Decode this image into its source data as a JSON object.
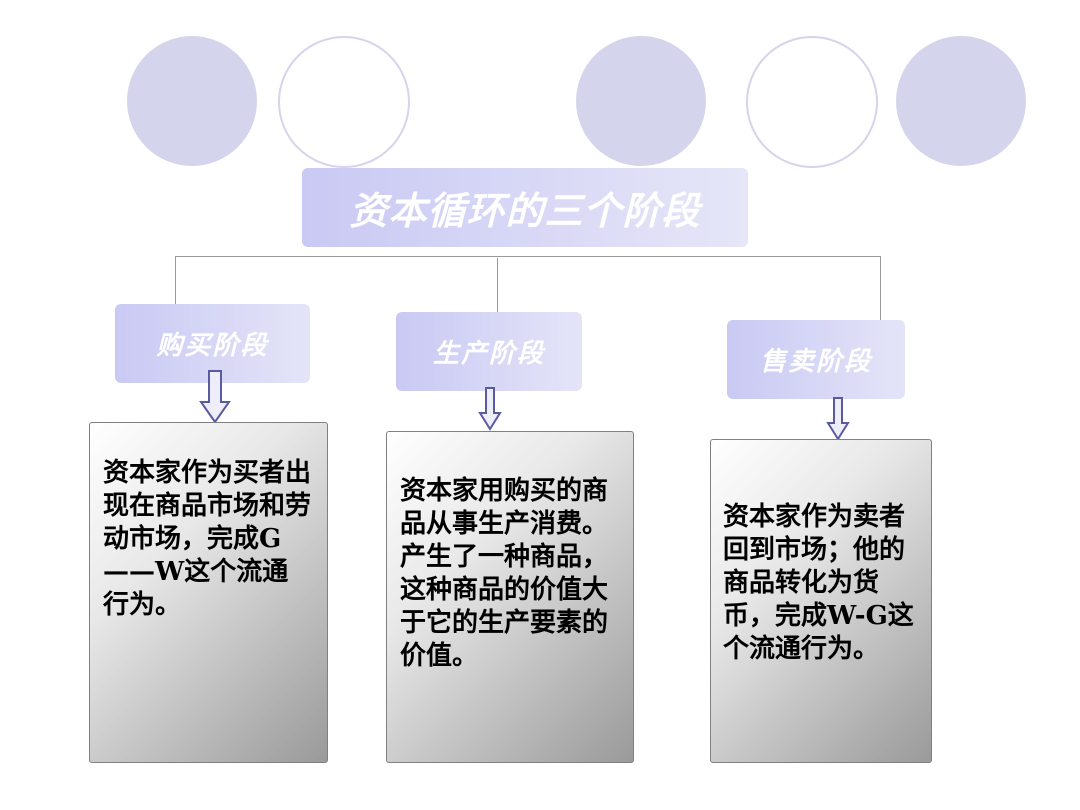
{
  "title": "资本循环的三个阶段",
  "stages": [
    {
      "label": "购买阶段",
      "description": "资本家作为买者出现在商品市场和劳动市场，完成G——W这个流通行为。"
    },
    {
      "label": "生产阶段",
      "description": "资本家用购买的商品从事生产消费。产生了一种商品，这种商品的价值大于它的生产要素的价值。"
    },
    {
      "label": "售卖阶段",
      "description": "资本家作为卖者回到市场；他的商品转化为货币，完成W-G这个流通行为。"
    }
  ],
  "colors": {
    "circle": "#d4d4ec",
    "box_gradient_start": "#c9c9f4",
    "box_gradient_end": "#e6e6f8",
    "connector": "#9a9a9a",
    "arrow_stroke": "#5a5aa0"
  }
}
